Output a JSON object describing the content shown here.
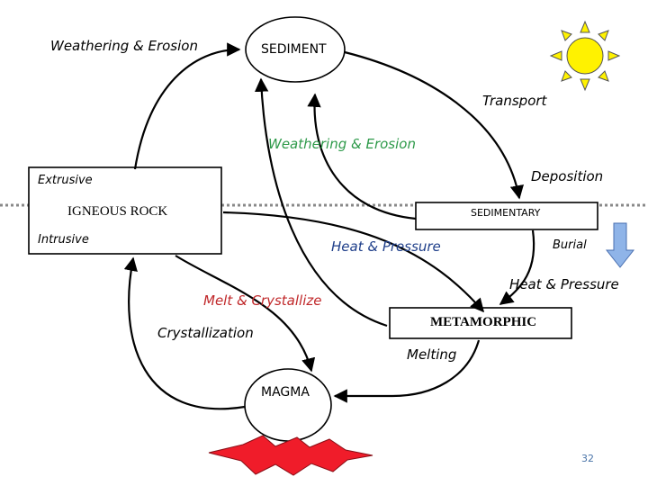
{
  "colors": {
    "stroke": "#000000",
    "process_green": "#2e9a4a",
    "process_blue": "#1f3f8a",
    "process_red": "#c0282a",
    "sun_fill": "#fff200",
    "sun_ray": "#fff200",
    "burial_arrow_fill": "#8fb4e8",
    "burial_arrow_stroke": "#4a6fb0",
    "magma_heat_fill": "#f01c2a",
    "page_number": "#4a74a8"
  },
  "icons": {
    "sun": "sun-icon",
    "burial_arrow": "down-arrow-icon",
    "heat_burst": "heat-burst-icon"
  },
  "nodes": {
    "sediment": "SEDIMENT",
    "igneous": "IGNEOUS ROCK",
    "sedimentary": "SEDIMENTARY",
    "metamorphic": "METAMORPHIC",
    "magma": "MAGMA"
  },
  "labels": {
    "weathering_top": "Weathering & Erosion",
    "transport": "Transport",
    "weathering_mid": "Weathering & Erosion",
    "deposition": "Deposition",
    "extrusive": "Extrusive",
    "intrusive": "Intrusive",
    "heat_pressure_mid": "Heat & Pressure",
    "burial": "Burial",
    "heat_pressure_right": "Heat & Pressure",
    "melt_crystallize": "Melt & Crystallize",
    "crystallization": "Crystallization",
    "melting": "Melting"
  },
  "page_number": "32"
}
